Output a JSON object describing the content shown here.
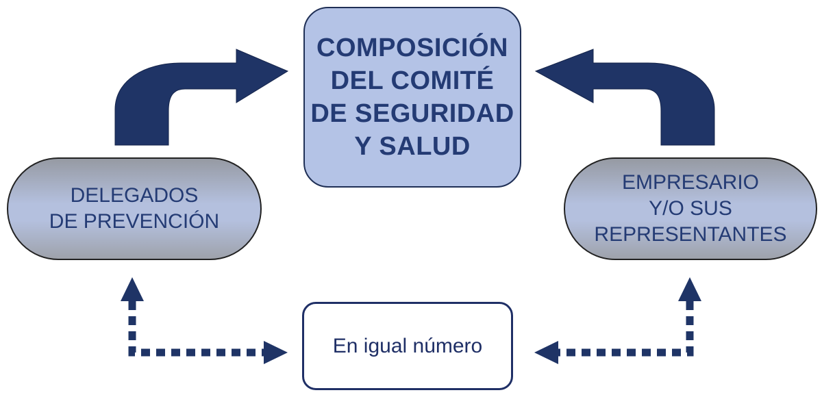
{
  "diagram": {
    "center_title": "COMPOSICIÓN\nDEL COMITÉ\nDE SEGURIDAD\nY SALUD",
    "left_node": "DELEGADOS\nDE PREVENCIÓN",
    "right_node": "EMPRESARIO\nY/O SUS\nREPRESENTANTES",
    "bottom_node": "En igual número"
  },
  "colors": {
    "arrow_fill": "#1f3466",
    "dotted_arrow": "#1f3466",
    "center_fill": "#b4c3e6",
    "text": "#243b74"
  }
}
